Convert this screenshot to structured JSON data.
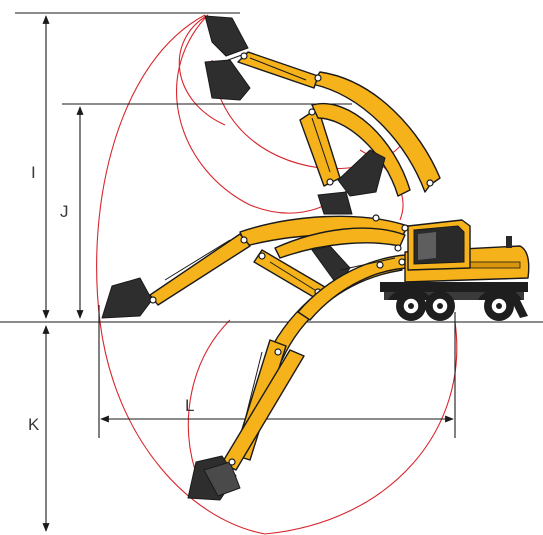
{
  "diagram": {
    "labels": {
      "I": "I",
      "J": "J",
      "K": "K",
      "L": "L"
    },
    "colors": {
      "arm": "#f5b21b",
      "arm_shade": "#d9950b",
      "bucket": "#2e2e2e",
      "reach_curve": "#d8262e",
      "dimension_line": "#1a1a1a",
      "cab_window": "#2a2a2a",
      "undercarriage": "#1e1e1e"
    }
  }
}
